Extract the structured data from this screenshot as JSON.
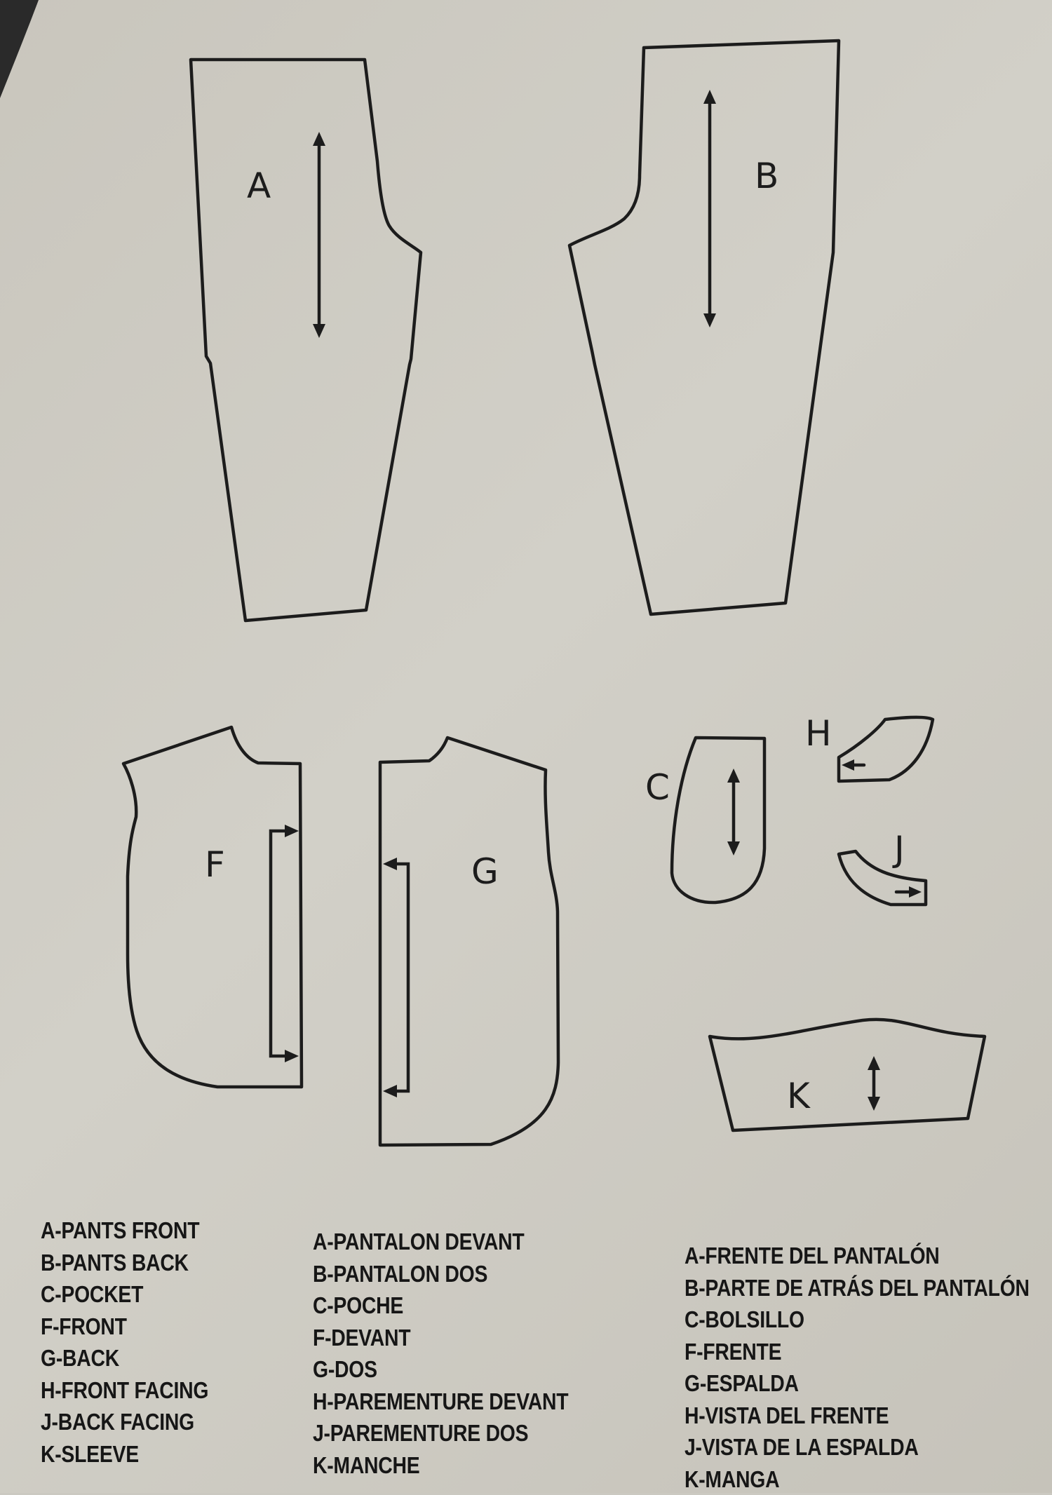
{
  "pieces": {
    "A": "A",
    "B": "B",
    "C": "C",
    "F": "F",
    "G": "G",
    "H": "H",
    "J": "J",
    "K": "K"
  },
  "legend": {
    "english": [
      "A-PANTS FRONT",
      "B-PANTS BACK",
      "C-POCKET",
      "F-FRONT",
      "G-BACK",
      "H-FRONT FACING",
      "J-BACK FACING",
      "K-SLEEVE"
    ],
    "french": [
      "A-PANTALON DEVANT",
      "B-PANTALON DOS",
      "C-POCHE",
      "F-DEVANT",
      "G-DOS",
      "H-PAREMENTURE DEVANT",
      "J-PAREMENTURE DOS",
      "K-MANCHE"
    ],
    "spanish": [
      "A-FRENTE DEL PANTALÓN",
      "B-PARTE DE ATRÁS DEL PANTALÓN",
      "C-BOLSILLO",
      "F-FRENTE",
      "G-ESPALDA",
      "H-VISTA DEL FRENTE",
      "J-VISTA DE LA ESPALDA",
      "K-MANGA"
    ]
  }
}
